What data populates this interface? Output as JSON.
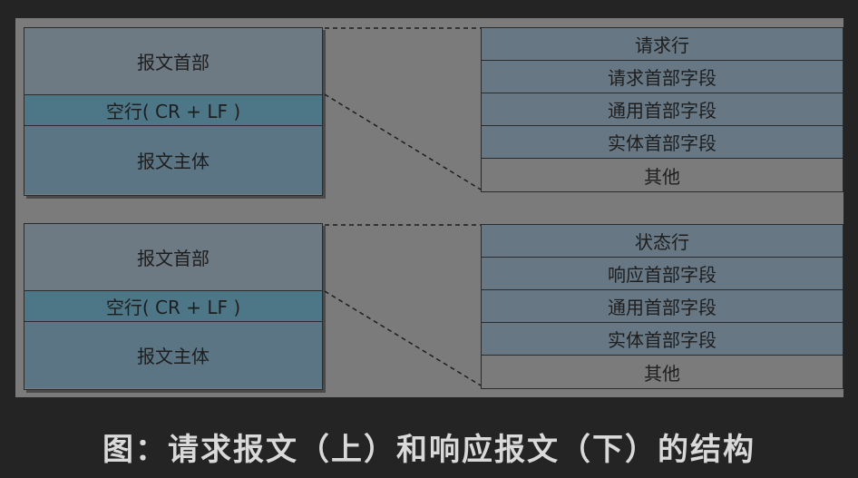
{
  "request": {
    "left": {
      "header": "报文首部",
      "blank": "空行( CR + LF )",
      "body": "报文主体"
    },
    "right": [
      "请求行",
      "请求首部字段",
      "通用首部字段",
      "实体首部字段",
      "其他"
    ]
  },
  "response": {
    "left": {
      "header": "报文首部",
      "blank": "空行( CR + LF )",
      "body": "报文主体"
    },
    "right": [
      "状态行",
      "响应首部字段",
      "通用首部字段",
      "实体首部字段",
      "其他"
    ]
  },
  "caption": "图：请求报文（上）和响应报文（下）的结构"
}
